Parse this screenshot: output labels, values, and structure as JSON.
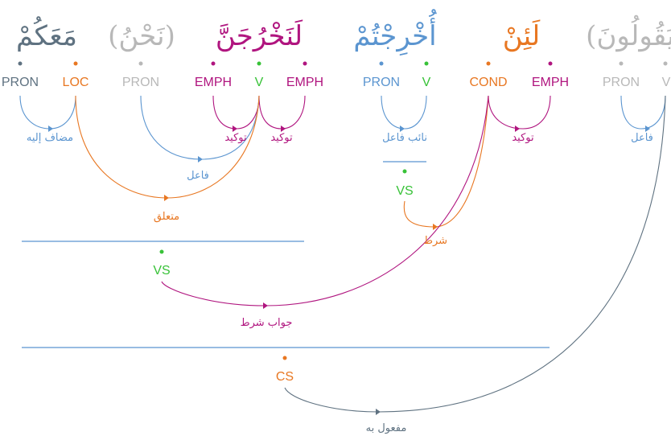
{
  "words": [
    {
      "id": "w1",
      "text": "(يَقُولُونَ)",
      "color": "#b8b8b8"
    },
    {
      "id": "w2",
      "text": "لَئِنْ",
      "color": "#e87722"
    },
    {
      "id": "w3",
      "text": "أُخْرِجْتُمْ",
      "color": "#5b95d0"
    },
    {
      "id": "w4",
      "text": "لَنَخْرُجَنَّ",
      "color": "#b0157f"
    },
    {
      "id": "w5",
      "text": "(نَحْنُ)",
      "color": "#b8b8b8"
    },
    {
      "id": "w6",
      "text": "مَعَكُمْ",
      "color": "#5f7281"
    }
  ],
  "tags": [
    {
      "id": "t1",
      "text": "V",
      "color": "#b8b8b8"
    },
    {
      "id": "t2",
      "text": "PRON",
      "color": "#b8b8b8"
    },
    {
      "id": "t3",
      "text": "EMPH",
      "color": "#b0157f"
    },
    {
      "id": "t4",
      "text": "COND",
      "color": "#e87722"
    },
    {
      "id": "t5",
      "text": "V",
      "color": "#38c238"
    },
    {
      "id": "t6",
      "text": "PRON",
      "color": "#5b95d0"
    },
    {
      "id": "t7",
      "text": "EMPH",
      "color": "#b0157f"
    },
    {
      "id": "t8",
      "text": "V",
      "color": "#38c238"
    },
    {
      "id": "t9",
      "text": "EMPH",
      "color": "#b0157f"
    },
    {
      "id": "t10",
      "text": "PRON",
      "color": "#b8b8b8"
    },
    {
      "id": "t11",
      "text": "LOC",
      "color": "#e87722"
    },
    {
      "id": "t12",
      "text": "PRON",
      "color": "#5f7281"
    }
  ],
  "phrases": [
    {
      "id": "p1",
      "text": "VS",
      "color": "#38c238"
    },
    {
      "id": "p2",
      "text": "VS",
      "color": "#38c238"
    },
    {
      "id": "p3",
      "text": "CS",
      "color": "#e87722"
    }
  ],
  "relations": [
    {
      "id": "r1",
      "text": "فاعل",
      "color": "#5b95d0"
    },
    {
      "id": "r2",
      "text": "توكيد",
      "color": "#b0157f"
    },
    {
      "id": "r3",
      "text": "نائب فاعل",
      "color": "#5b95d0"
    },
    {
      "id": "r4",
      "text": "توكيد",
      "color": "#b0157f"
    },
    {
      "id": "r5",
      "text": "توكيد",
      "color": "#b0157f"
    },
    {
      "id": "r6",
      "text": "مضاف إليه",
      "color": "#5b95d0"
    },
    {
      "id": "r7",
      "text": "فاعل",
      "color": "#5b95d0"
    },
    {
      "id": "r8",
      "text": "متعلق",
      "color": "#e87722"
    },
    {
      "id": "r9",
      "text": "شرط",
      "color": "#e87722"
    },
    {
      "id": "r10",
      "text": "جواب شرط",
      "color": "#b0157f"
    },
    {
      "id": "r11",
      "text": "مفعول به",
      "color": "#5f7281"
    }
  ],
  "colors": {
    "line": "#5b95d0"
  }
}
